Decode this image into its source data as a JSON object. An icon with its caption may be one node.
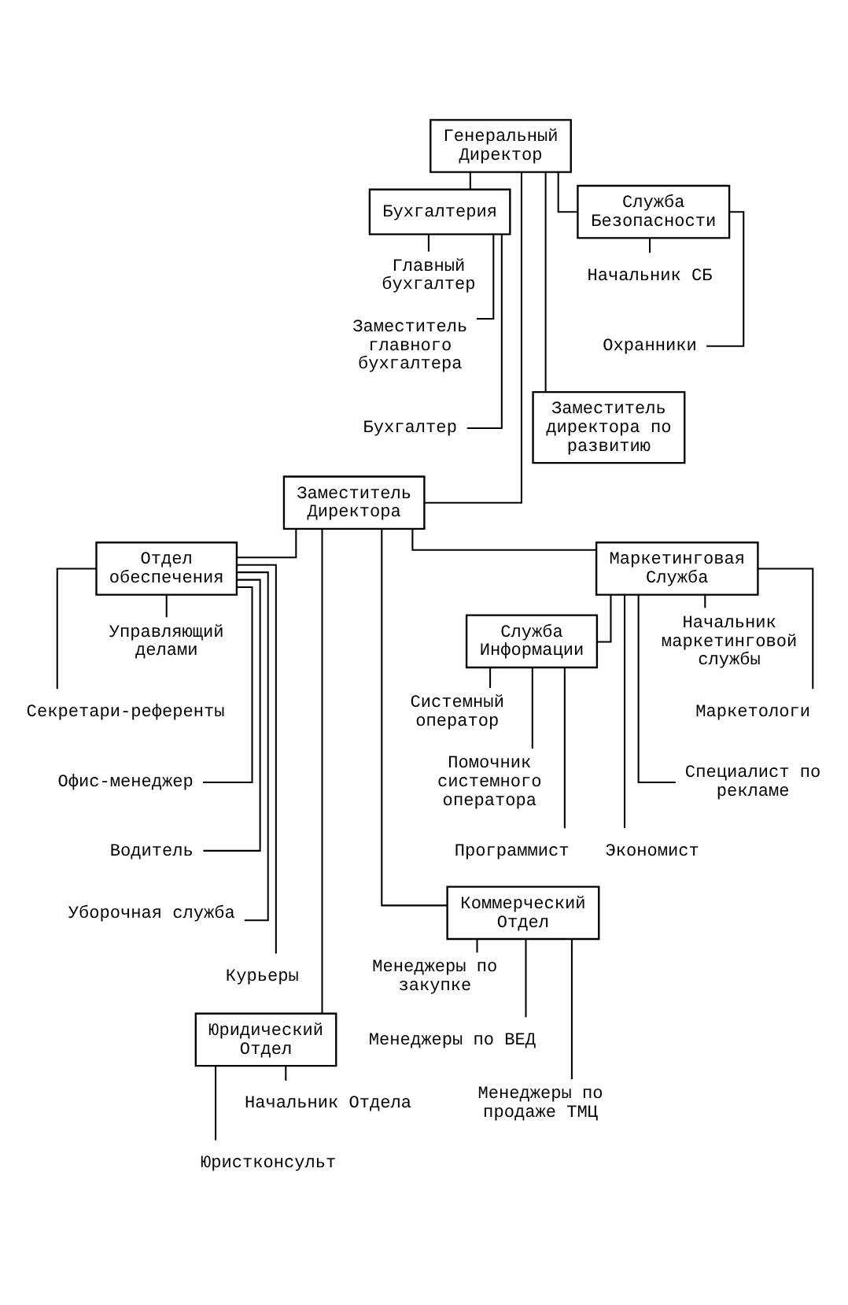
{
  "diagram": {
    "nodes": [
      {
        "text": [
          "Генеральный Директор"
        ]
      },
      {
        "text": [
          "Бухгалтерия"
        ]
      },
      {
        "text": [
          "Служба Безопасности"
        ]
      },
      {
        "text": [
          "Главный бухгалтер"
        ]
      },
      {
        "text": [
          "Заместитель главного бухгалтера"
        ]
      },
      {
        "text": [
          "Бухгалтер"
        ]
      },
      {
        "text": [
          "Начальник СБ"
        ]
      },
      {
        "text": [
          "Охранники"
        ]
      },
      {
        "text": [
          "Заместитель Директора"
        ]
      },
      {
        "text": [
          "Заместитель директора по развитию"
        ]
      },
      {
        "text": [
          "Отдел обеспечения"
        ]
      },
      {
        "text": [
          "Маркетинговая Служба"
        ]
      },
      {
        "text": [
          "Управляющий делами"
        ]
      },
      {
        "text": [
          "Секретари-референты"
        ]
      },
      {
        "text": [
          "Офис-менеджер"
        ]
      },
      {
        "text": [
          "Водитель"
        ]
      },
      {
        "text": [
          "Уборочная служба"
        ]
      },
      {
        "text": [
          "Курьеры"
        ]
      },
      {
        "text": [
          "Служба Информации"
        ]
      },
      {
        "text": [
          "Начальник маркетинговой службы"
        ]
      },
      {
        "text": [
          "Маркетологи"
        ]
      },
      {
        "text": [
          "Специалист по рекламе"
        ]
      },
      {
        "text": [
          "Экономист"
        ]
      },
      {
        "text": [
          "Системный оператор"
        ]
      },
      {
        "text": [
          "Помочник системного оператора"
        ]
      },
      {
        "text": [
          "Программист"
        ]
      },
      {
        "text": [
          "Юридический Отдел"
        ]
      },
      {
        "text": [
          "Коммерческий Отдел"
        ]
      },
      {
        "text": [
          "Начальник Отдела"
        ]
      },
      {
        "text": [
          "Юристконсульт"
        ]
      },
      {
        "text": [
          "Менеджеры по закупке"
        ]
      },
      {
        "text": [
          "Менеджеры по ВЕД"
        ]
      },
      {
        "text": [
          "Менеджеры по продаже ТМЦ"
        ]
      }
    ],
    "edges": [
      {
        "from": 0,
        "to": 1,
        "arrow": "none"
      },
      {
        "from": 0,
        "to": 2,
        "arrow": "none"
      },
      {
        "from": 1,
        "to": 3,
        "arrow": "none"
      },
      {
        "from": 1,
        "to": 4,
        "arrow": "none"
      },
      {
        "from": 1,
        "to": 5,
        "arrow": "none"
      },
      {
        "from": 2,
        "to": 6,
        "arrow": "none"
      },
      {
        "from": 2,
        "to": 7,
        "arrow": "none"
      },
      {
        "from": 0,
        "to": 8,
        "arrow": "none"
      },
      {
        "from": 0,
        "to": 9,
        "arrow": "none"
      },
      {
        "from": 8,
        "to": 10,
        "arrow": "none"
      },
      {
        "from": 8,
        "to": 11,
        "arrow": "none"
      },
      {
        "from": 10,
        "to": 12,
        "arrow": "none"
      },
      {
        "from": 10,
        "to": 13,
        "arrow": "none"
      },
      {
        "from": 10,
        "to": 14,
        "arrow": "none"
      },
      {
        "from": 10,
        "to": 15,
        "arrow": "none"
      },
      {
        "from": 10,
        "to": 16,
        "arrow": "none"
      },
      {
        "from": 10,
        "to": 17,
        "arrow": "none"
      },
      {
        "from": 11,
        "to": 18,
        "arrow": "none"
      },
      {
        "from": 11,
        "to": 19,
        "arrow": "none"
      },
      {
        "from": 11,
        "to": 20,
        "arrow": "none"
      },
      {
        "from": 11,
        "to": 21,
        "arrow": "none"
      },
      {
        "from": 11,
        "to": 22,
        "arrow": "none"
      },
      {
        "from": 18,
        "to": 23,
        "arrow": "none"
      },
      {
        "from": 18,
        "to": 24,
        "arrow": "none"
      },
      {
        "from": 18,
        "to": 25,
        "arrow": "none"
      },
      {
        "from": 8,
        "to": 26,
        "arrow": "none"
      },
      {
        "from": 8,
        "to": 27,
        "arrow": "none"
      },
      {
        "from": 26,
        "to": 28,
        "arrow": "none"
      },
      {
        "from": 26,
        "to": 29,
        "arrow": "none"
      },
      {
        "from": 27,
        "to": 30,
        "arrow": "none"
      },
      {
        "from": 27,
        "to": 31,
        "arrow": "none"
      },
      {
        "from": 27,
        "to": 32,
        "arrow": "none"
      }
    ]
  }
}
